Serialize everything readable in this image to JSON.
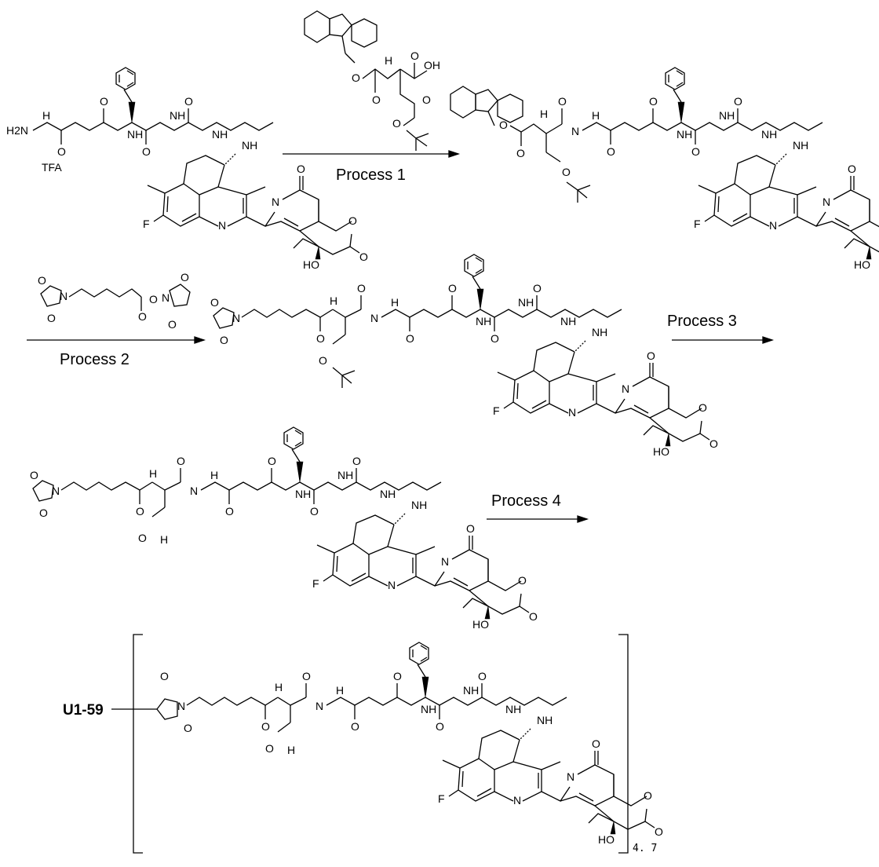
{
  "processes": {
    "p1": "Process 1",
    "p2": "Process 2",
    "p3": "Process 3",
    "p4": "Process 4"
  },
  "labels": {
    "tfa": "TFA",
    "conjugate": "U1-59",
    "drug_ratio": "4. 7"
  },
  "atoms": {
    "h2n": "H2N",
    "n": "N",
    "h": "H",
    "nh": "NH",
    "o": "O",
    "oh": "OH",
    "ho": "HO",
    "f": "F"
  }
}
